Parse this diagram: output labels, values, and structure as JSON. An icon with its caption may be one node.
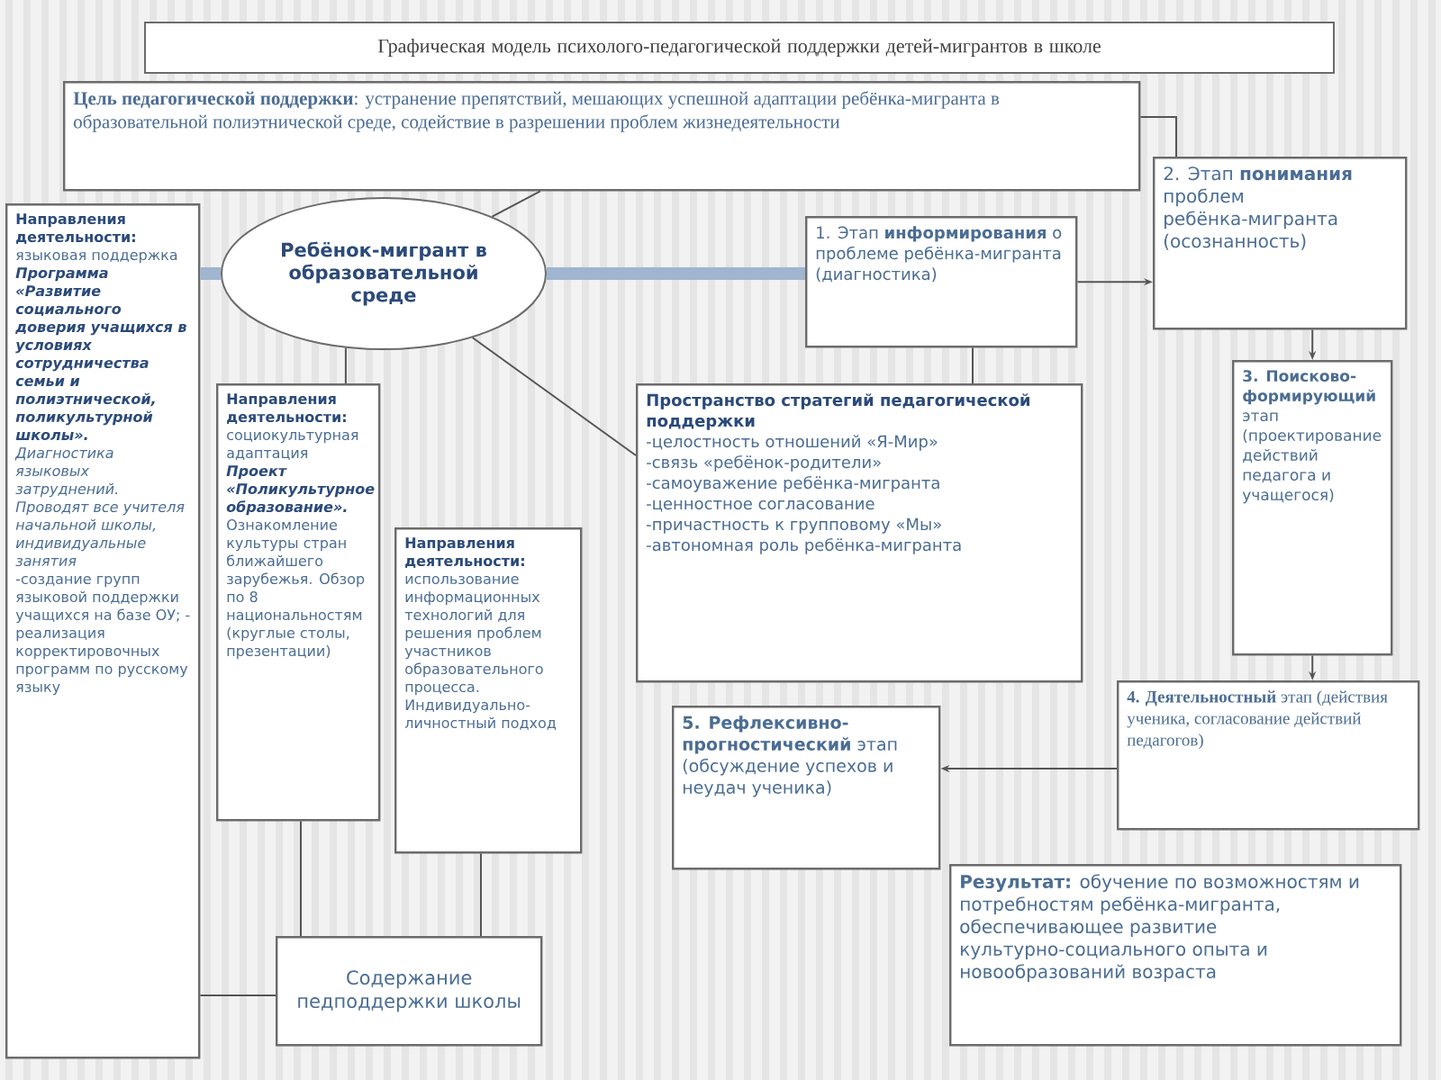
{
  "diagram": {
    "title": "Графическая модель психолого-педагогической поддержки детей-мигрантов в школе",
    "nodes": [
      {
        "text": [
          "**Цель педагогической поддержки**: устранение препятствий, мешающих успешной адаптации ребёнка-мигранта в образовательной полиэтнической среде, содействие в разрешении проблем жизнедеятельности"
        ]
      },
      {
        "text": [
          "Ребёнок-мигрант в образовательной среде"
        ]
      },
      {
        "text": [
          "Направления деятельности:",
          "языковая поддержка",
          "Программа «Развитие социального доверия учащихся в условиях сотрудничества семьи и полиэтнической, поликультурной школы».",
          "Диагностика языковых затруднений. Проводят все учителя начальной школы, индивидуальные занятия",
          "-создание групп языковой поддержки учащихся на базе ОУ; - реализация корректировочных программ по русскому языку"
        ]
      },
      {
        "text": [
          "Направления деятельности:",
          "социокультурная адаптация",
          "Проект «Поликультурное образование».",
          "Ознакомление культуры стран ближайшего зарубежья. Обзор по 8 национальностям (круглые столы, презентации)"
        ]
      },
      {
        "text": [
          "Направления деятельности:",
          "использование информационных технологий для решения проблем участников образовательного процесса. Индивидуально-личностный подход"
        ]
      },
      {
        "text": [
          "Содержание педподдержки школы"
        ]
      },
      {
        "text": [
          "1. Этап **информирования** о проблеме ребёнка-мигранта (диагностика)"
        ]
      },
      {
        "text": [
          "2. Этап **понимания** проблем ребёнка-мигранта (осознанность)"
        ]
      },
      {
        "text": [
          "Пространство стратегий педагогической поддержки",
          "-целостность отношений «Я-Мир»",
          "-связь «ребёнок-родители»",
          "-самоуважение ребёнка-мигранта",
          "-ценностное согласование",
          "-причастность к групповому «Мы»",
          "-автономная роль ребёнка-мигранта"
        ]
      },
      {
        "text": [
          "**3. Поисково-формирующий** этап (проектирование действий педагога и учащегося)"
        ]
      },
      {
        "text": [
          "**4. Деятельностный** этап (действия ученика, согласование действий педагогов)"
        ]
      },
      {
        "text": [
          "**5. Рефлексивно-прогностический** этап (обсуждение успехов и неудач ученика)"
        ]
      },
      {
        "text": [
          "**Результат:** обучение по возможностям и потребностям ребёнка-мигранта, обеспечивающее развитие культурно-социального опыта и новообразований возраста"
        ]
      }
    ],
    "edges": [
      {
        "from": 0,
        "to": 7,
        "arrow": "none"
      },
      {
        "from": 0,
        "to": 1,
        "arrow": "none"
      },
      {
        "from": 2,
        "to": 1,
        "arrow": "none",
        "style": "thick",
        "color": "#9fb5d0"
      },
      {
        "from": 1,
        "to": 6,
        "arrow": "none",
        "style": "thick",
        "color": "#9fb5d0"
      },
      {
        "from": 1,
        "to": 8,
        "arrow": "none"
      },
      {
        "from": 1,
        "to": 3,
        "arrow": "none"
      },
      {
        "from": 6,
        "to": 7,
        "arrow": "to"
      },
      {
        "from": 6,
        "to": 8,
        "arrow": "none"
      },
      {
        "from": 7,
        "to": 9,
        "arrow": "to"
      },
      {
        "from": 9,
        "to": 10,
        "arrow": "to"
      },
      {
        "from": 10,
        "to": 11,
        "arrow": "to"
      },
      {
        "from": 3,
        "to": 5,
        "arrow": "none"
      },
      {
        "from": 4,
        "to": 5,
        "arrow": "none"
      },
      {
        "from": 2,
        "to": 5,
        "arrow": "none"
      }
    ]
  }
}
